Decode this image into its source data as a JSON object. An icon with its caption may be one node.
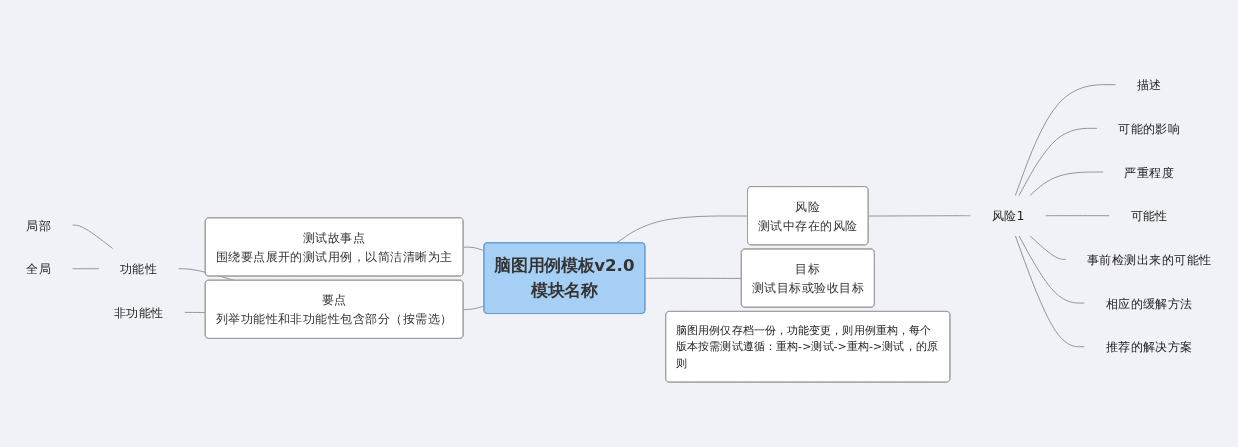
{
  "diagram": {
    "nodes": [
      {
        "text": [
          "脑图用例模板v2.0",
          "模块名称"
        ]
      },
      {
        "text": [
          "测试故事点",
          "围绕要点展开的测试用例，以简洁清晰为主"
        ]
      },
      {
        "text": [
          "风险",
          "测试中存在的风险"
        ]
      },
      {
        "text": [
          "风险1"
        ]
      },
      {
        "text": [
          "描述"
        ]
      },
      {
        "text": [
          "可能的影响"
        ]
      },
      {
        "text": [
          "严重程度"
        ]
      },
      {
        "text": [
          "可能性"
        ]
      },
      {
        "text": [
          "事前检测出来的可能性"
        ]
      },
      {
        "text": [
          "相应的缓解方法"
        ]
      },
      {
        "text": [
          "推荐的解决方案"
        ]
      },
      {
        "text": [
          "要点",
          "列举功能性和非功能性包含部分（按需选）"
        ]
      },
      {
        "text": [
          "功能性"
        ]
      },
      {
        "text": [
          "局部"
        ]
      },
      {
        "text": [
          "全局"
        ]
      },
      {
        "text": [
          "非功能性"
        ]
      },
      {
        "text": [
          "目标",
          "测试目标或验收目标"
        ]
      },
      {
        "text": [
          "脑图用例仅存档一份，功能变更，则用例重构，每个版本按需测试遵循：重构->测试->重构->测试，的原则"
        ]
      }
    ],
    "edges": [
      {
        "from": 0,
        "to": 1,
        "arrow": "none"
      },
      {
        "from": 0,
        "to": 2,
        "arrow": "none"
      },
      {
        "from": 2,
        "to": 3,
        "arrow": "none"
      },
      {
        "from": 3,
        "to": 4,
        "arrow": "none"
      },
      {
        "from": 3,
        "to": 5,
        "arrow": "none"
      },
      {
        "from": 3,
        "to": 6,
        "arrow": "none"
      },
      {
        "from": 3,
        "to": 7,
        "arrow": "none"
      },
      {
        "from": 3,
        "to": 8,
        "arrow": "none"
      },
      {
        "from": 3,
        "to": 9,
        "arrow": "none"
      },
      {
        "from": 3,
        "to": 10,
        "arrow": "none"
      },
      {
        "from": 0,
        "to": 11,
        "arrow": "none"
      },
      {
        "from": 11,
        "to": 12,
        "arrow": "none"
      },
      {
        "from": 12,
        "to": 13,
        "arrow": "none"
      },
      {
        "from": 12,
        "to": 14,
        "arrow": "none"
      },
      {
        "from": 11,
        "to": 15,
        "arrow": "none"
      },
      {
        "from": 0,
        "to": 16,
        "arrow": "none"
      }
    ]
  }
}
